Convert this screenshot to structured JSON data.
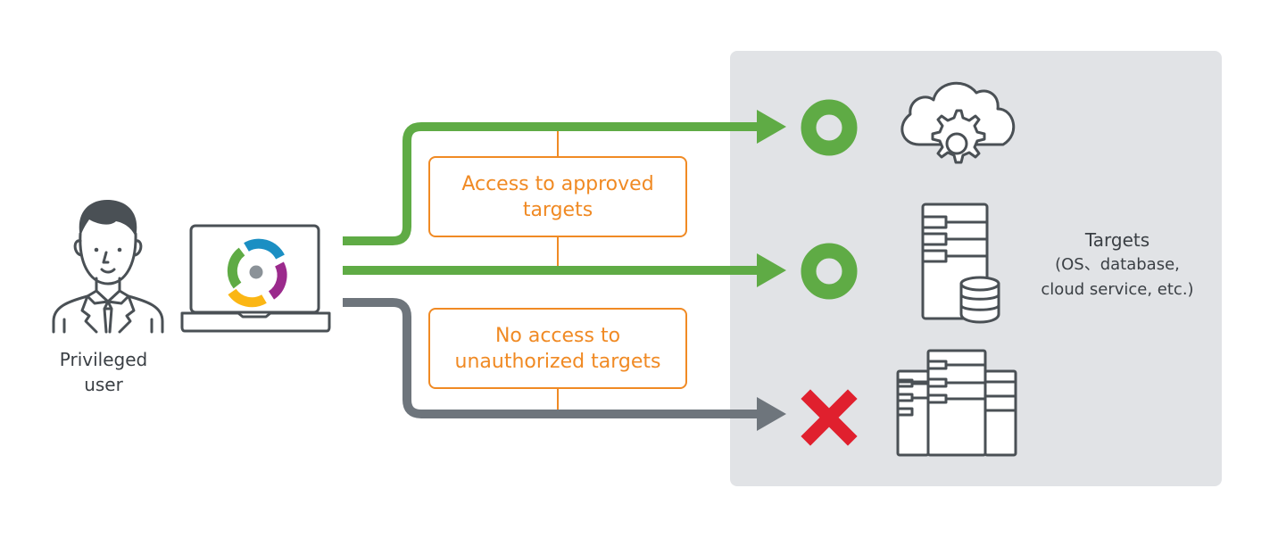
{
  "diagram": {
    "user": {
      "label_line1": "Privileged",
      "label_line2": "user",
      "icon": "person-icon"
    },
    "client": {
      "icon": "laptop-icon",
      "logo": "pam-app-logo-icon"
    },
    "flows": [
      {
        "name": "approved-flow-1",
        "status": "allowed",
        "target": "cloud-service",
        "color": "#5fab45"
      },
      {
        "name": "approved-flow-2",
        "status": "allowed",
        "target": "database-server",
        "color": "#5fab45"
      },
      {
        "name": "denied-flow",
        "status": "denied",
        "target": "server-cluster",
        "color": "#6e757c"
      }
    ],
    "callouts": {
      "approved": {
        "line1": "Access to approved",
        "line2": "targets"
      },
      "denied": {
        "line1": "No access to",
        "line2": "unauthorized targets"
      }
    },
    "targets": {
      "title": "Targets",
      "sub_line1": "(OS、database,",
      "sub_line2": "cloud service, etc.)",
      "items": [
        {
          "icon": "cloud-gear-icon",
          "status_icon": "allowed-circle-icon"
        },
        {
          "icon": "server-database-icon",
          "status_icon": "allowed-circle-icon"
        },
        {
          "icon": "server-rack-icon",
          "status_icon": "denied-cross-icon"
        }
      ]
    },
    "colors": {
      "allowed": "#5fab45",
      "denied_line": "#6e757c",
      "denied_mark": "#e0202e",
      "callout": "#f08a24",
      "panel": "#e1e3e6",
      "icon_stroke": "#4a5055"
    }
  }
}
